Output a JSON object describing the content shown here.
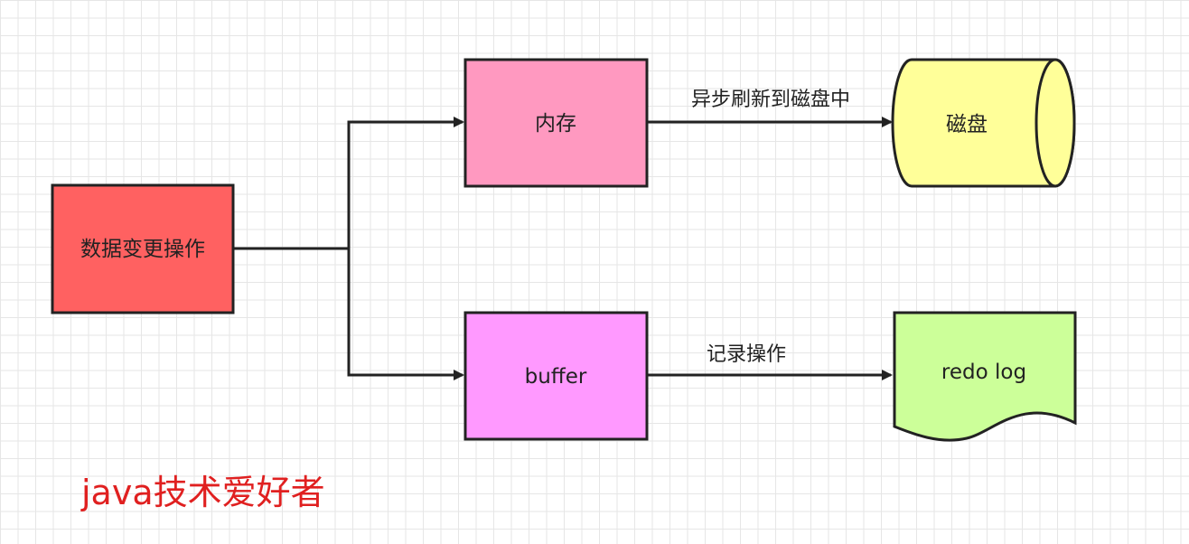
{
  "nodes": {
    "source": "数据变更操作",
    "memory": "内存",
    "buffer": "buffer",
    "disk": "磁盘",
    "redo_log": "redo log"
  },
  "edges": {
    "memory_to_disk": "异步刷新到磁盘中",
    "buffer_to_redo": "记录操作"
  },
  "watermark": "java技术爱好者",
  "colors": {
    "source_fill": "#ff6161",
    "memory_fill": "#ff99c0",
    "buffer_fill": "#ff99ff",
    "disk_fill": "#ffff99",
    "redo_fill": "#ccff99",
    "stroke": "#222222",
    "watermark": "#e02020"
  }
}
